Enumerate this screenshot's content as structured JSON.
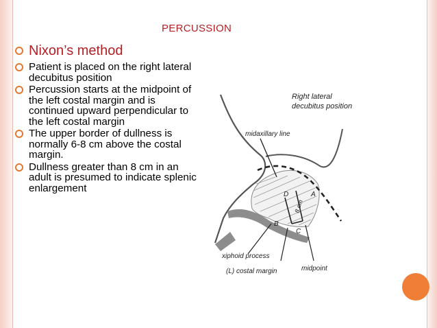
{
  "slide": {
    "title": "PERCUSSION",
    "heading": "Nixon’s method",
    "bullets": [
      "Patient is placed on the right lateral decubitus position",
      "Percussion starts at the midpoint of the left costal margin and is continued upward perpendicular to the left costal margin",
      "The upper border of dullness is normally 6-8 cm above the costal margin.",
      "Dullness greater than 8 cm in an adult is presumed to indicate splenic enlargement"
    ]
  },
  "figure": {
    "position_label_1": "Right lateral",
    "position_label_2": "decubitus position",
    "midaxillary_label": "midaxillary line",
    "point_a": "A",
    "point_b": "B",
    "point_c": "C",
    "point_d": "D",
    "measure_label": "8 cm",
    "xiphoid_label": "xiphoid process",
    "costal_label": "(L) costal margin",
    "midpoint_label": "midpoint"
  },
  "colors": {
    "title": "#b31f24",
    "bullet": "#e5782e",
    "accent_circle": "#f07e36",
    "frame": "#f4cfc6"
  },
  "icons": {
    "bullet": "hollow-circle-bullet-icon"
  }
}
